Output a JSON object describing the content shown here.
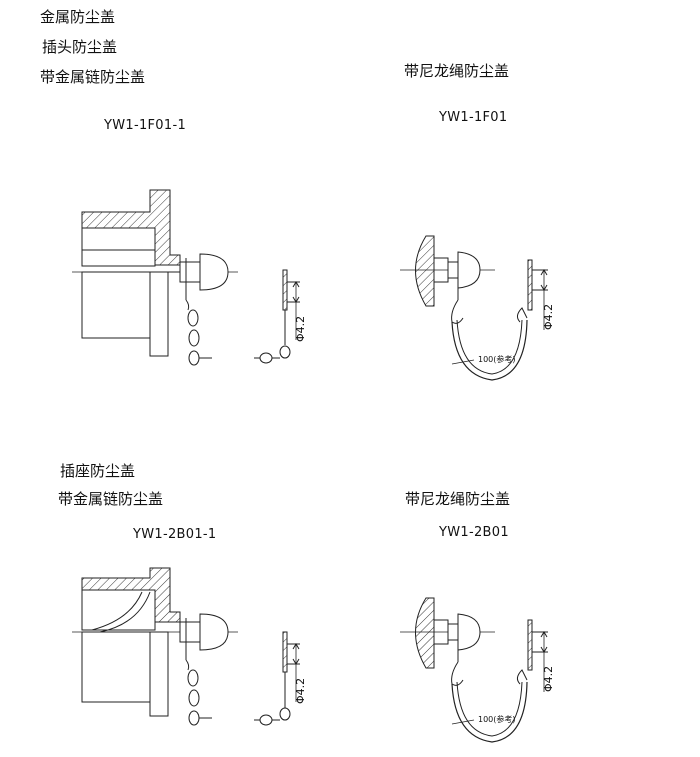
{
  "top": {
    "label_metal_cap": "金属防尘盖",
    "label_plug_cap": "插头防尘盖",
    "label_metal_chain": "带金属链防尘盖",
    "code_metal": "YW1-1F01-1",
    "label_nylon": "带尼龙绳防尘盖",
    "code_nylon": "YW1-1F01",
    "dim_phi_small": "Φ4.2",
    "dim_phi_nylon": "Φ4.2",
    "cord_length": "100(参考)"
  },
  "bottom": {
    "label_socket_cap": "插座防尘盖",
    "label_metal_chain": "带金属链防尘盖",
    "code_metal": "YW1-2B01-1",
    "label_nylon": "带尼龙绳防尘盖",
    "code_nylon": "YW1-2B01",
    "dim_phi_small": "Φ4.2",
    "dim_phi_nylon": "Φ4.2",
    "cord_length": "100(参考)"
  }
}
